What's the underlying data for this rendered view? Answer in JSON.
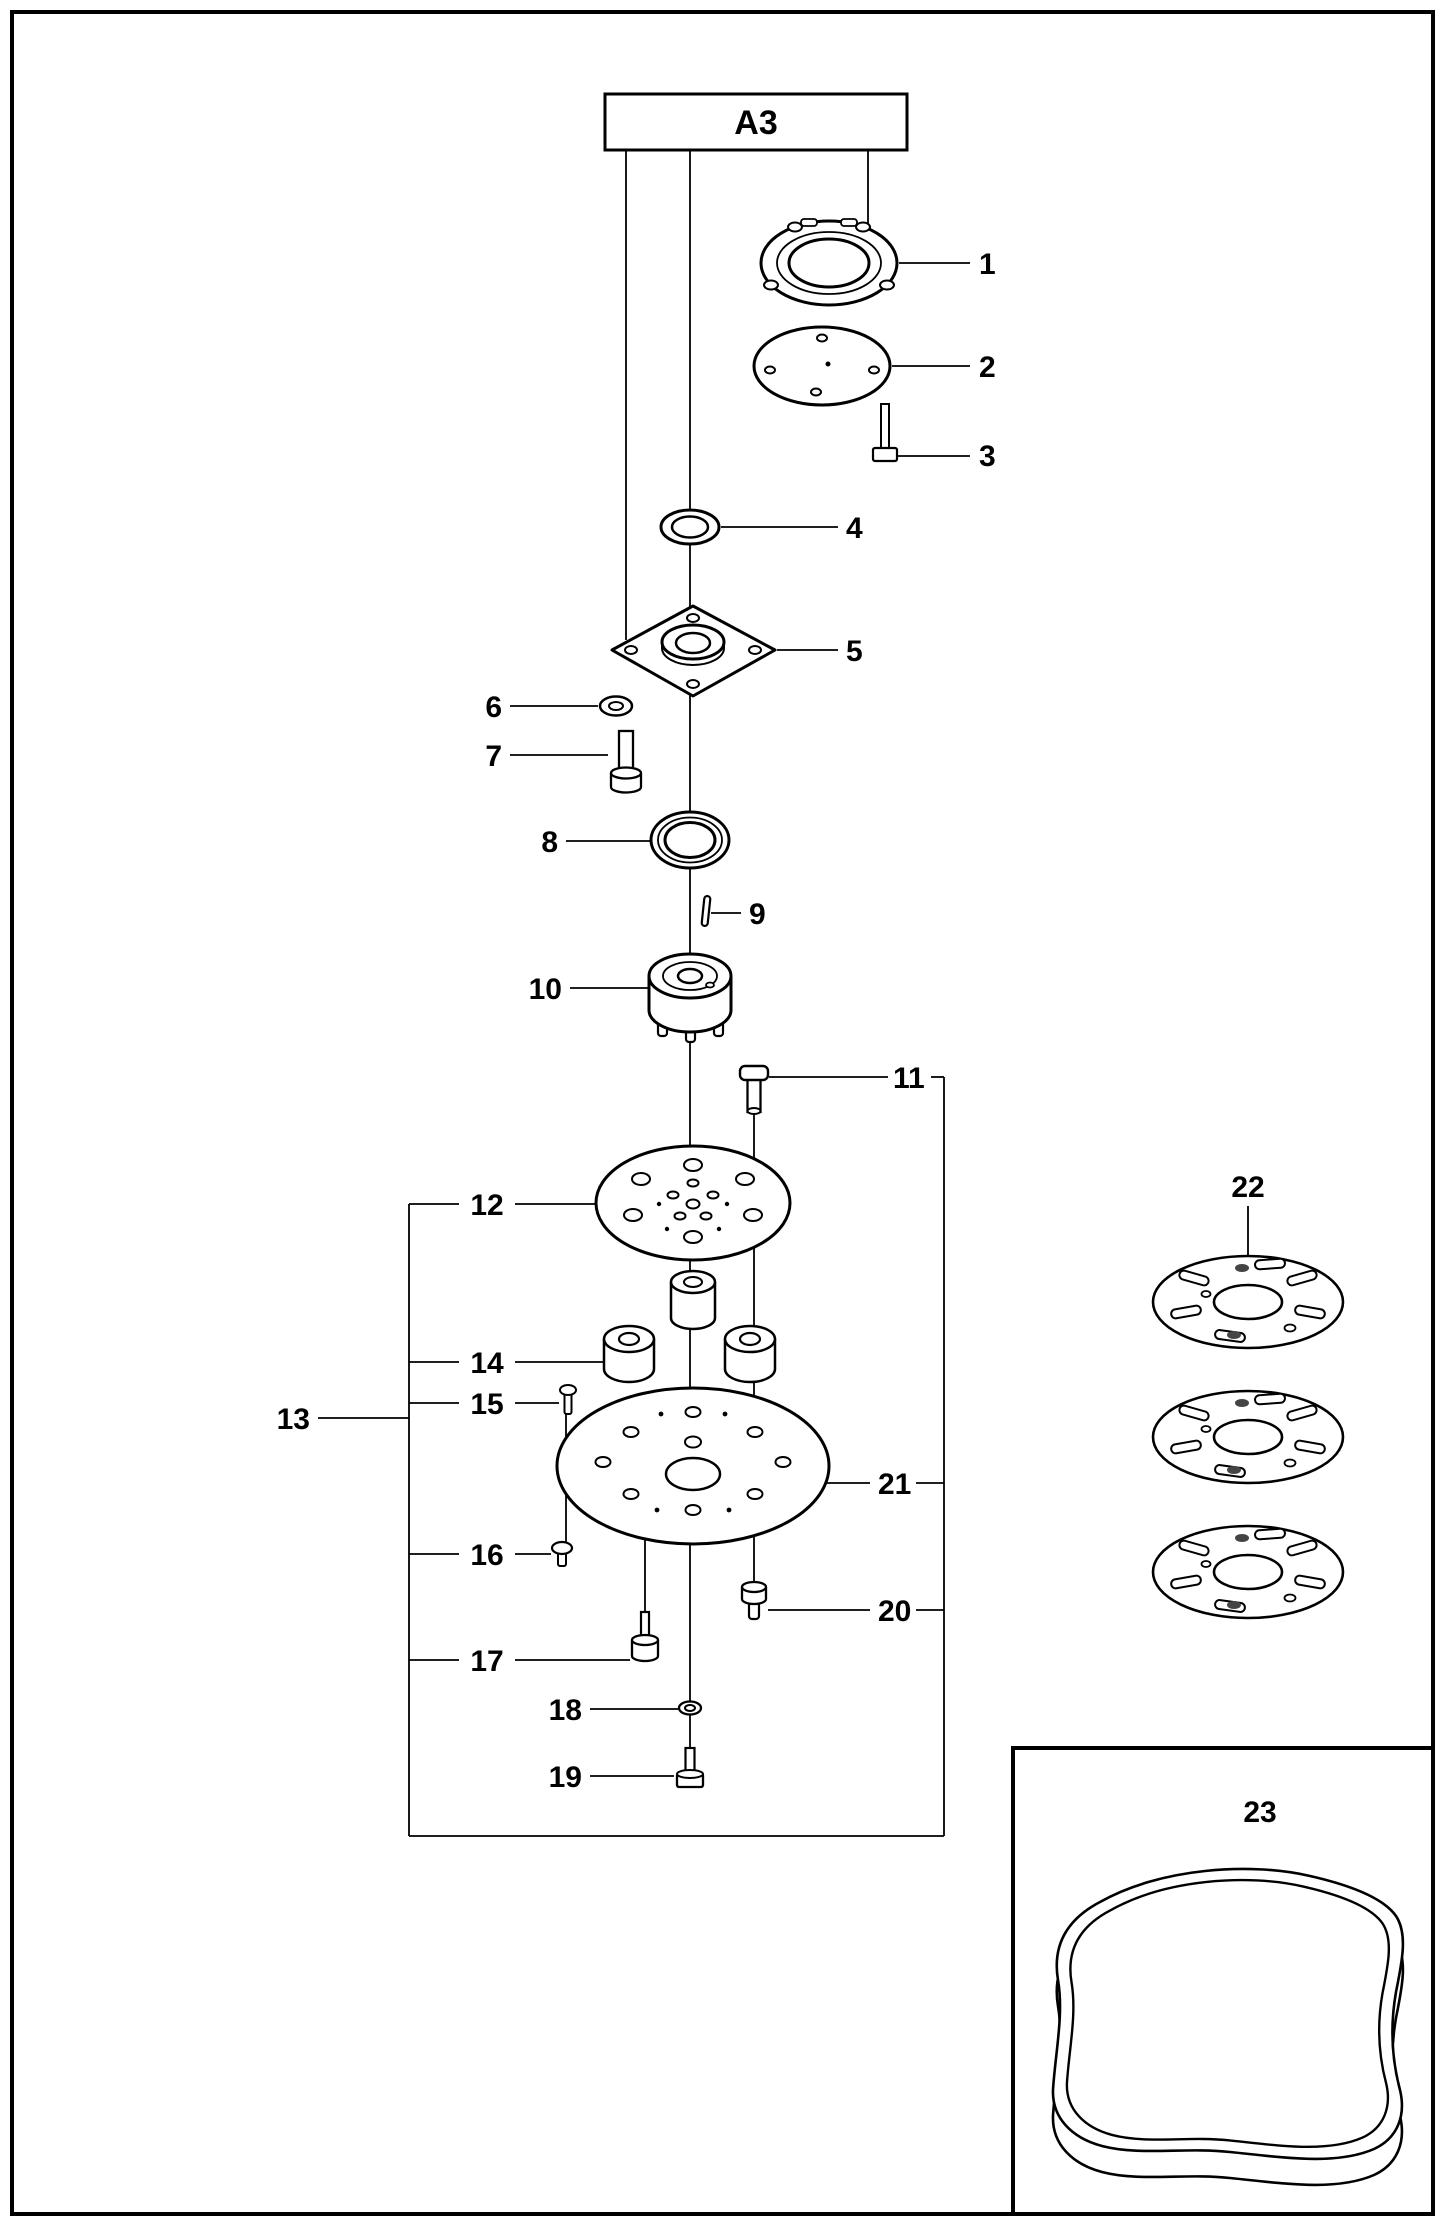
{
  "diagram": {
    "sheet_label": "A3",
    "background": "#ffffff",
    "line_color": "#000000",
    "callouts": [
      "1",
      "2",
      "3",
      "4",
      "5",
      "6",
      "7",
      "8",
      "9",
      "10",
      "11",
      "12",
      "13",
      "14",
      "15",
      "16",
      "17",
      "18",
      "19",
      "20",
      "21",
      "22",
      "23"
    ]
  }
}
